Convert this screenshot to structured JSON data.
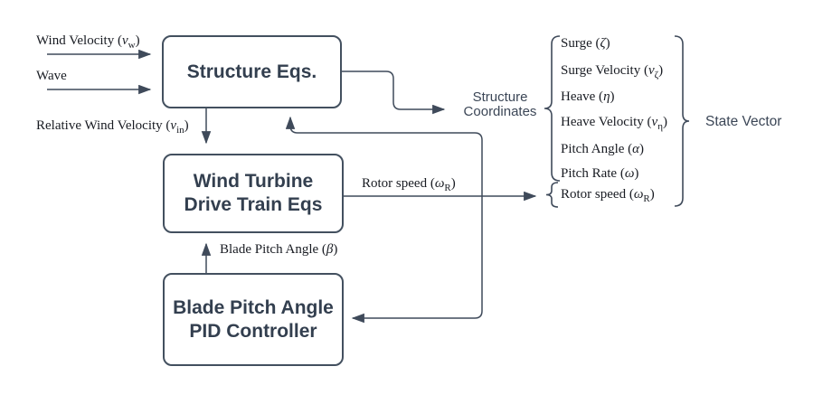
{
  "diagram": {
    "boxes": {
      "structure": {
        "label": "Structure Eqs."
      },
      "drive_train": {
        "label_line1": "Wind Turbine",
        "label_line2": "Drive Train Eqs"
      },
      "pid": {
        "label_line1": "Blade Pitch Angle",
        "label_line2": "PID Controller"
      }
    },
    "edge_labels": {
      "wind_velocity": {
        "pre": "Wind Velocity",
        "v": "v",
        "s": "w"
      },
      "wave": {
        "pre": "Wave"
      },
      "relative_wind_velocity": {
        "pre": "Relative Wind Velocity",
        "v": "v",
        "s": "in"
      },
      "rotor_speed": {
        "pre": "Rotor speed",
        "v": "ω",
        "s": "R"
      },
      "blade_pitch_angle": {
        "pre": "Blade Pitch Angle",
        "v": "β"
      }
    },
    "outputs": {
      "structure_coordinates_line1": "Structure",
      "structure_coordinates_line2": "Coordinates",
      "state_vector_label": "State Vector",
      "state_vector_items": [
        {
          "pre": "Surge",
          "v": "ζ"
        },
        {
          "pre": "Surge Velocity",
          "v": "v",
          "s": "ζ"
        },
        {
          "pre": "Heave",
          "v": "η"
        },
        {
          "pre": "Heave Velocity",
          "v": "v",
          "s": "η"
        },
        {
          "pre": "Pitch Angle",
          "v": "α"
        },
        {
          "pre": "Pitch Rate",
          "v": "ω"
        },
        {
          "pre": "Rotor speed",
          "v": "ω",
          "s": "R"
        }
      ]
    },
    "colors": {
      "line": "#3f4a5a",
      "box_border": "#43505f",
      "box_text": "#333f4f",
      "serif_text": "#181b22",
      "sans_text": "#3b4656",
      "background": "#ffffff"
    }
  }
}
